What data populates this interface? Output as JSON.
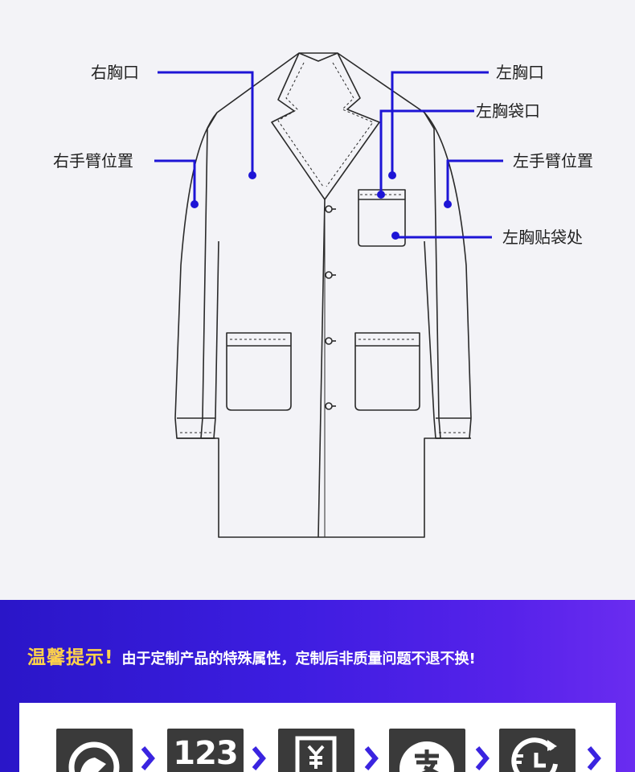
{
  "labels": {
    "right_chest": "右胸口",
    "right_arm": "右手臂位置",
    "left_chest": "左胸口",
    "left_pocket_opening": "左胸袋口",
    "left_arm": "左手臂位置",
    "left_patch_pocket": "左胸贴袋处"
  },
  "notice": {
    "title": "温馨提示!",
    "text": "由于定制产品的特殊属性，定制后非质量问题不退不换!"
  },
  "steps": {
    "count_label": "123"
  },
  "colors": {
    "accent_line": "#1d14d6",
    "notice_title": "#ffd34a",
    "banner_start": "#2a16c8",
    "banner_end": "#6a2cf0",
    "icon_bg": "#3a3a3a"
  },
  "icons": [
    "headset-icon",
    "numbers-icon",
    "yuan-icon",
    "alipay-icon",
    "delivery-clock-icon"
  ]
}
